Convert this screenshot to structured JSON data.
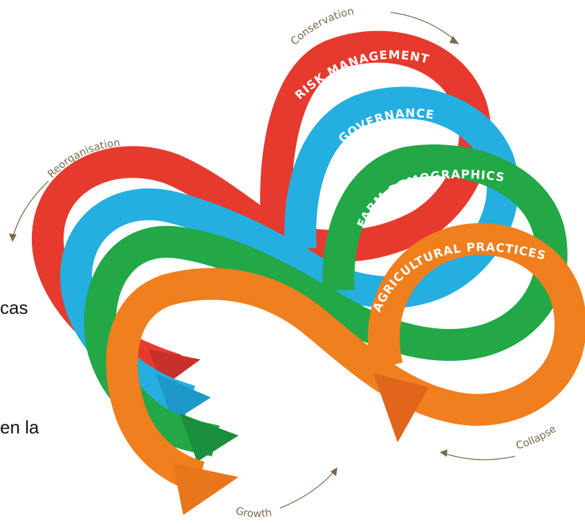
{
  "diagram": {
    "bands": [
      {
        "label": "RISK MANAGEMENT",
        "color": "#e63a2e",
        "dark": "#b82a20"
      },
      {
        "label": "GOVERNANCE",
        "color": "#25aee0",
        "dark": "#1a86b2"
      },
      {
        "label": "FARM DEMOGRAPHICS",
        "color": "#22a847",
        "dark": "#198234"
      },
      {
        "label": "AGRICULTURAL PRACTICES",
        "color": "#f07f1d",
        "dark": "#c8631a"
      }
    ],
    "phases": {
      "conservation": "Conservation",
      "reorganisation": "Reorganisation",
      "collapse": "Collapse",
      "growth": "Growth"
    },
    "phase_color": "#7a6a4a"
  },
  "slide_fragments": {
    "line1": "cas",
    "line2": "en la"
  }
}
